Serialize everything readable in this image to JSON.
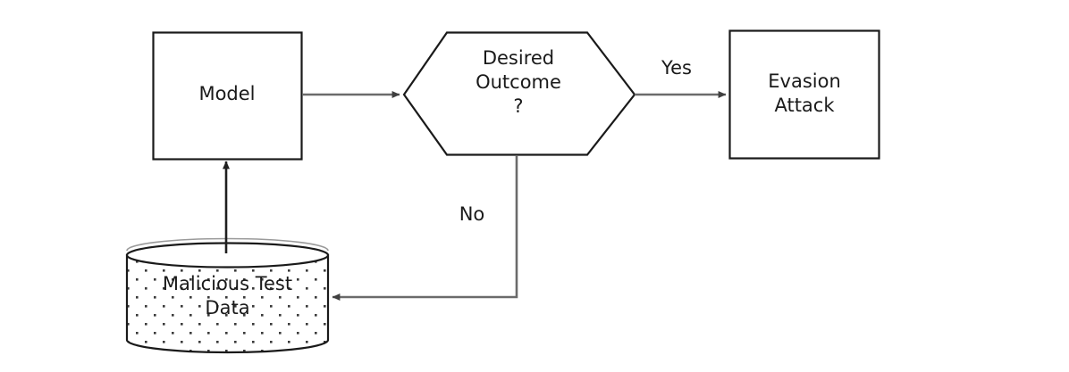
{
  "diagram": {
    "title": "Evasion attack decision flow",
    "background_color": "#ffffff",
    "stroke_color": "#1a1a1a",
    "arrow_color": "#595959",
    "text_color": "#1a1a1a",
    "nodes": [
      {
        "id": "model",
        "shape": "rectangle",
        "label": "Model"
      },
      {
        "id": "decision",
        "shape": "hexagon",
        "label": "Desired\nOutcome\n?"
      },
      {
        "id": "evasion",
        "shape": "rectangle",
        "label": "Evasion\nAttack"
      },
      {
        "id": "store",
        "shape": "cylinder",
        "label": "Malicious Test\nData",
        "fill_pattern": "dotted"
      }
    ],
    "edges": [
      {
        "id": "model-to-decision",
        "from": "model",
        "to": "decision",
        "label": ""
      },
      {
        "id": "decision-to-evasion",
        "from": "decision",
        "to": "evasion",
        "label": "Yes"
      },
      {
        "id": "decision-to-store",
        "from": "decision",
        "to": "store",
        "label": "No"
      },
      {
        "id": "store-to-model",
        "from": "store",
        "to": "model",
        "label": ""
      }
    ]
  }
}
